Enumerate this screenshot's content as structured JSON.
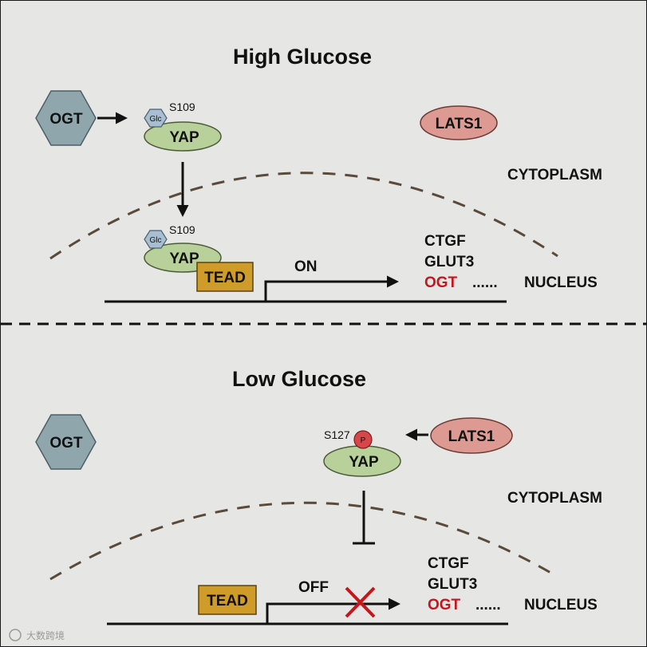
{
  "top": {
    "title": "High Glucose",
    "ogt": "OGT",
    "lats1": "LATS1",
    "cytoplasm": "CYTOPLASM",
    "nucleus": "NUCLEUS",
    "yap_cyto": {
      "label": "YAP",
      "mod": "Glc",
      "site": "S109"
    },
    "yap_nuc": {
      "label": "YAP",
      "mod": "Glc",
      "site": "S109"
    },
    "tead": "TEAD",
    "state": "ON",
    "genes": [
      "CTGF",
      "GLUT3",
      "OGT"
    ],
    "ellipsis": "......"
  },
  "bottom": {
    "title": "Low Glucose",
    "ogt": "OGT",
    "lats1": "LATS1",
    "cytoplasm": "CYTOPLASM",
    "nucleus": "NUCLEUS",
    "yap": {
      "label": "YAP",
      "mod": "P",
      "site": "S127"
    },
    "tead": "TEAD",
    "state": "OFF",
    "genes": [
      "CTGF",
      "GLUT3",
      "OGT"
    ],
    "ellipsis": "......"
  },
  "watermark": "大数跨境",
  "colors": {
    "ogt_hex": "#8fa7ac",
    "yap": "#b8d19a",
    "lats1": "#dd9a92",
    "tead": "#cf9c2a",
    "glc": "#a8bfd2",
    "phospho": "#d9464a",
    "ogt_gene": "#c4161c",
    "inhibit_x": "#c4161c",
    "membrane": "#5a4a3a"
  }
}
